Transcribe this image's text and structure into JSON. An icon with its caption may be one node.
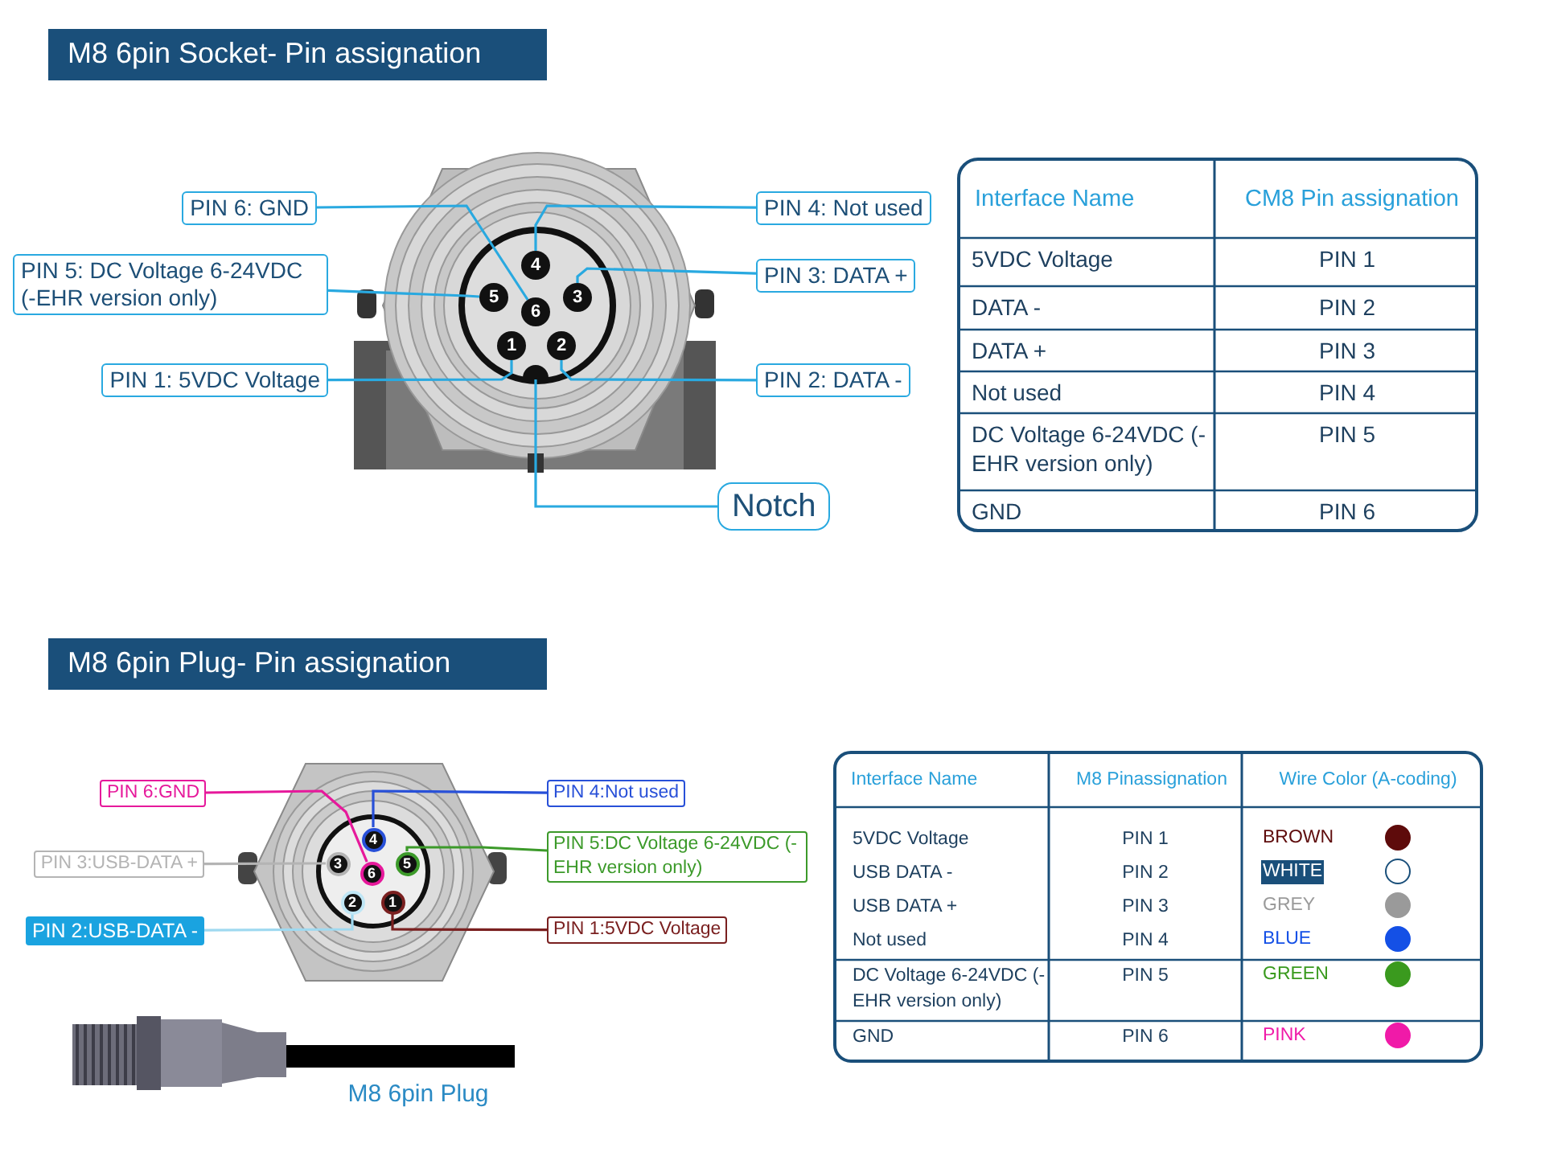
{
  "diagram": {
    "nodes": [
      {
        "text": [
          "M8 6pin Socket- Pin assignation"
        ]
      },
      {
        "text": [
          "PIN 6: GND"
        ]
      },
      {
        "text": [
          "PIN 5: DC Voltage 6-24VDC (-EHR version only)"
        ]
      },
      {
        "text": [
          "PIN 1: 5VDC Voltage"
        ]
      },
      {
        "text": [
          "PIN 4: Not used"
        ]
      },
      {
        "text": [
          "PIN 3: DATA +"
        ]
      },
      {
        "text": [
          "PIN 2: DATA -"
        ]
      },
      {
        "text": [
          "Notch"
        ]
      },
      {
        "text": [
          "4"
        ]
      },
      {
        "text": [
          "5"
        ]
      },
      {
        "text": [
          "6"
        ]
      },
      {
        "text": [
          "3"
        ]
      },
      {
        "text": [
          "1"
        ]
      },
      {
        "text": [
          "2"
        ]
      },
      {
        "text": [],
        "shape": "semicircle"
      },
      {
        "text": [
          "M8 6pin Plug- Pin assignation"
        ]
      },
      {
        "text": [
          "PIN 6:GND"
        ]
      },
      {
        "text": [
          "PIN 3:USB-DATA +"
        ]
      },
      {
        "text": [
          "PIN 2:USB-DATA -"
        ]
      },
      {
        "text": [
          "PIN 4:Not used"
        ]
      },
      {
        "text": [
          "PIN 5:DC Voltage 6-24VDC (-EHR version only)"
        ]
      },
      {
        "text": [
          "PIN 1:5VDC Voltage"
        ]
      },
      {
        "text": [
          "4"
        ]
      },
      {
        "text": [
          "3"
        ]
      },
      {
        "text": [
          "6"
        ]
      },
      {
        "text": [
          "5"
        ]
      },
      {
        "text": [
          "2"
        ]
      },
      {
        "text": [
          "1"
        ]
      }
    ],
    "edges": [
      {
        "from": 1,
        "to": 10,
        "arrow": "none"
      },
      {
        "from": 2,
        "to": 9,
        "arrow": "none"
      },
      {
        "from": 3,
        "to": 12,
        "arrow": "none"
      },
      {
        "from": 4,
        "to": 8,
        "arrow": "none"
      },
      {
        "from": 5,
        "to": 11,
        "arrow": "none"
      },
      {
        "from": 6,
        "to": 13,
        "arrow": "none"
      },
      {
        "from": 7,
        "to": 14,
        "arrow": "none"
      },
      {
        "from": 16,
        "to": 24,
        "arrow": "none",
        "color": "#e6199b"
      },
      {
        "from": 17,
        "to": 23,
        "arrow": "none",
        "color": "#b4b4b4"
      },
      {
        "from": 18,
        "to": 26,
        "arrow": "none",
        "color": "#9fd9f0"
      },
      {
        "from": 19,
        "to": 22,
        "arrow": "none",
        "color": "#2850d8"
      },
      {
        "from": 20,
        "to": 25,
        "arrow": "none",
        "color": "#3c9a2a"
      },
      {
        "from": 21,
        "to": 27,
        "arrow": "none",
        "color": "#7a2020"
      }
    ],
    "labels": [
      "Interface Name",
      "CM8 Pin assignation",
      "5VDC Voltage",
      "PIN 1",
      "DATA -",
      "PIN 2",
      "DATA +",
      "PIN 3",
      "Not used",
      "PIN 4",
      "DC Voltage 6-24VDC (-EHR version only)",
      "PIN 5",
      "GND",
      "PIN 6",
      "Interface Name",
      "M8 Pinassignation",
      "Wire Color (A-coding)",
      "5VDC Voltage",
      "PIN 1",
      "USB DATA -",
      "PIN 2",
      "USB DATA +",
      "PIN 3",
      "Not used",
      "PIN 4",
      "DC Voltage 6-24VDC (-EHR version only)",
      "PIN 5",
      "GND",
      "PIN 6",
      "M8 6pin Plug"
    ],
    "legend": [
      {
        "text": "BROWN",
        "color": "#5e0b0b"
      },
      {
        "text": "WHITE",
        "color": "#ffffff"
      },
      {
        "text": "GREY",
        "color": "#9a9a9a"
      },
      {
        "text": "BLUE",
        "color": "#1450e6"
      },
      {
        "text": "GREEN",
        "color": "#3a9a1e"
      },
      {
        "text": "PINK",
        "color": "#f01aa8"
      }
    ]
  }
}
